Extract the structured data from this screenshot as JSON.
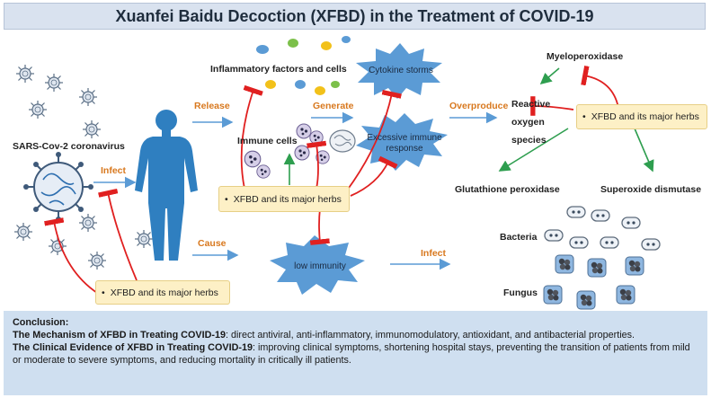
{
  "title": "Xuanfei Baidu Decoction (XFBD)  in the Treatment of COVID-19",
  "labels": {
    "virus": "SARS-Cov-2 coronavirus",
    "infect1": "Infect",
    "release": "Release",
    "cause": "Cause",
    "inflammatory": "Inflammatory factors and cells",
    "generate": "Generate",
    "immune_cells": "Immune cells",
    "overproduce": "Overproduce",
    "infect2": "Infect",
    "myeloperoxidase": "Myeloperoxidase",
    "ros_1": "Reactive",
    "ros_2": "oxygen",
    "ros_3": "species",
    "glutathione": "Glutathione peroxidase",
    "superoxide": "Superoxide dismutase",
    "bacteria": "Bacteria",
    "fungus": "Fungus"
  },
  "stars": {
    "cytokine": "Cytokine storms",
    "excessive_1": "Excessive immune",
    "excessive_2": "response",
    "low_immunity": "low immunity"
  },
  "herb_boxes": {
    "center": "XFBD and its major herbs",
    "right": "XFBD and its major herbs",
    "bottom": "XFBD and its major herbs",
    "bullet": "•"
  },
  "conclusion": {
    "heading": "Conclusion:",
    "mechanism_label": "The Mechanism of XFBD in Treating COVID-19",
    "mechanism_text": ": direct antiviral, anti-inflammatory, immunomodulatory,  antioxidant, and antibacterial properties.",
    "clinical_label": "The Clinical Evidence of XFBD in Treating COVID-19",
    "clinical_text": ": improving clinical symptoms, shortening hospital stays, preventing the transition of patients from mild or moderate to severe symptoms, and reducing mortality in critically ill patients."
  },
  "colors": {
    "title_bg": "#d9e2ef",
    "conclusion_bg": "#cfdff0",
    "herb_bg": "#fdf0c6",
    "star_fill": "#5b9bd5",
    "body_fill": "#2f7fc0",
    "arrow_blue": "#5b9bd5",
    "arrow_green": "#2e9e4f",
    "inhibit_red": "#e02020",
    "orange_text": "#d8781e"
  }
}
